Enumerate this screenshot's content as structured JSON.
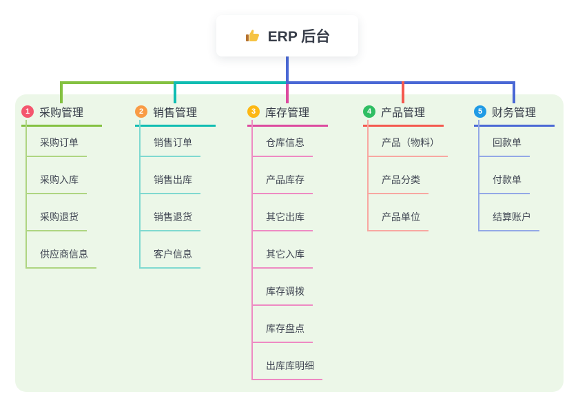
{
  "root": {
    "label": "ERP 后台",
    "icon": "thumbs-up-icon",
    "line_color": "#4a68d5"
  },
  "canvas": {
    "background": "#ffffff",
    "panel_background": "#ecf7e8"
  },
  "branches": [
    {
      "badge": "1",
      "label": "采购管理",
      "badge_color": "#f4566e",
      "line_color": "#84c141",
      "child_line_color": "#aed581",
      "children": [
        "采购订单",
        "采购入库",
        "采购退货",
        "供应商信息"
      ]
    },
    {
      "badge": "2",
      "label": "销售管理",
      "badge_color": "#f99b45",
      "line_color": "#10bdb2",
      "child_line_color": "#7fd9d0",
      "children": [
        "销售订单",
        "销售出库",
        "销售退货",
        "客户信息"
      ]
    },
    {
      "badge": "3",
      "label": "库存管理",
      "badge_color": "#fdb713",
      "line_color": "#dc4a9f",
      "child_line_color": "#ee8ac3",
      "children": [
        "仓库信息",
        "产品库存",
        "其它出库",
        "其它入库",
        "库存调拨",
        "库存盘点",
        "出库库明细"
      ]
    },
    {
      "badge": "4",
      "label": "产品管理",
      "badge_color": "#2fbe63",
      "line_color": "#f4594f",
      "child_line_color": "#f8a7a1",
      "children": [
        "产品（物料）",
        "产品分类",
        "产品单位"
      ]
    },
    {
      "badge": "5",
      "label": "财务管理",
      "badge_color": "#209be5",
      "line_color": "#4a68d5",
      "child_line_color": "#93a8e6",
      "children": [
        "回款单",
        "付款单",
        "结算账户"
      ]
    }
  ]
}
